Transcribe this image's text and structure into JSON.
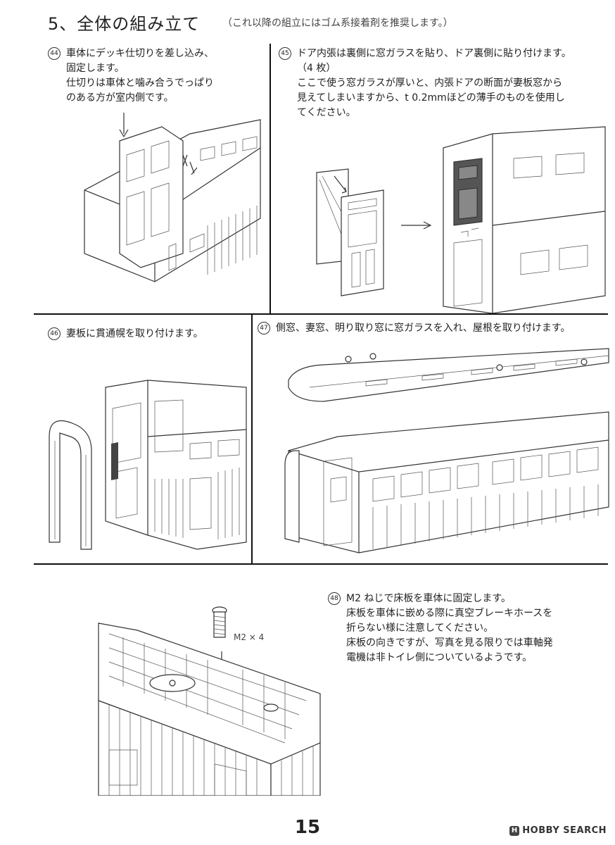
{
  "header": {
    "title": "5、全体の組み立て",
    "note": "（これ以降の組立にはゴム系接着剤を推奨します。）"
  },
  "steps": [
    {
      "num": "44",
      "lines": [
        "車体にデッキ仕切りを差し込み、",
        "固定します。",
        "仕切りは車体と噛み合うでっぱり",
        "のある方が室内側です。"
      ]
    },
    {
      "num": "45",
      "lines": [
        "ドア内張は裏側に窓ガラスを貼り、ドア裏側に貼り付けます。",
        "（4 枚）",
        "ここで使う窓ガラスが厚いと、内張ドアの断面が妻板窓から",
        "見えてしまいますから、t 0.2mmほどの薄手のものを使用し",
        "てください。"
      ]
    },
    {
      "num": "46",
      "lines": [
        "妻板に貫通幌を取り付けます。"
      ]
    },
    {
      "num": "47",
      "lines": [
        "側窓、妻窓、明り取り窓に窓ガラスを入れ、屋根を取り付けます。"
      ]
    },
    {
      "num": "48",
      "lines": [
        "M2 ねじで床板を車体に固定します。",
        "床板を車体に嵌める際に真空ブレーキホースを",
        "折らない様に注意してください。",
        "床板の向きですが、写真を見る限りでは車軸発",
        "電機は非トイレ側についているようです。"
      ]
    }
  ],
  "screw_label": "M2 × 4",
  "page_number": "15",
  "watermark": "HOBBY SEARCH"
}
